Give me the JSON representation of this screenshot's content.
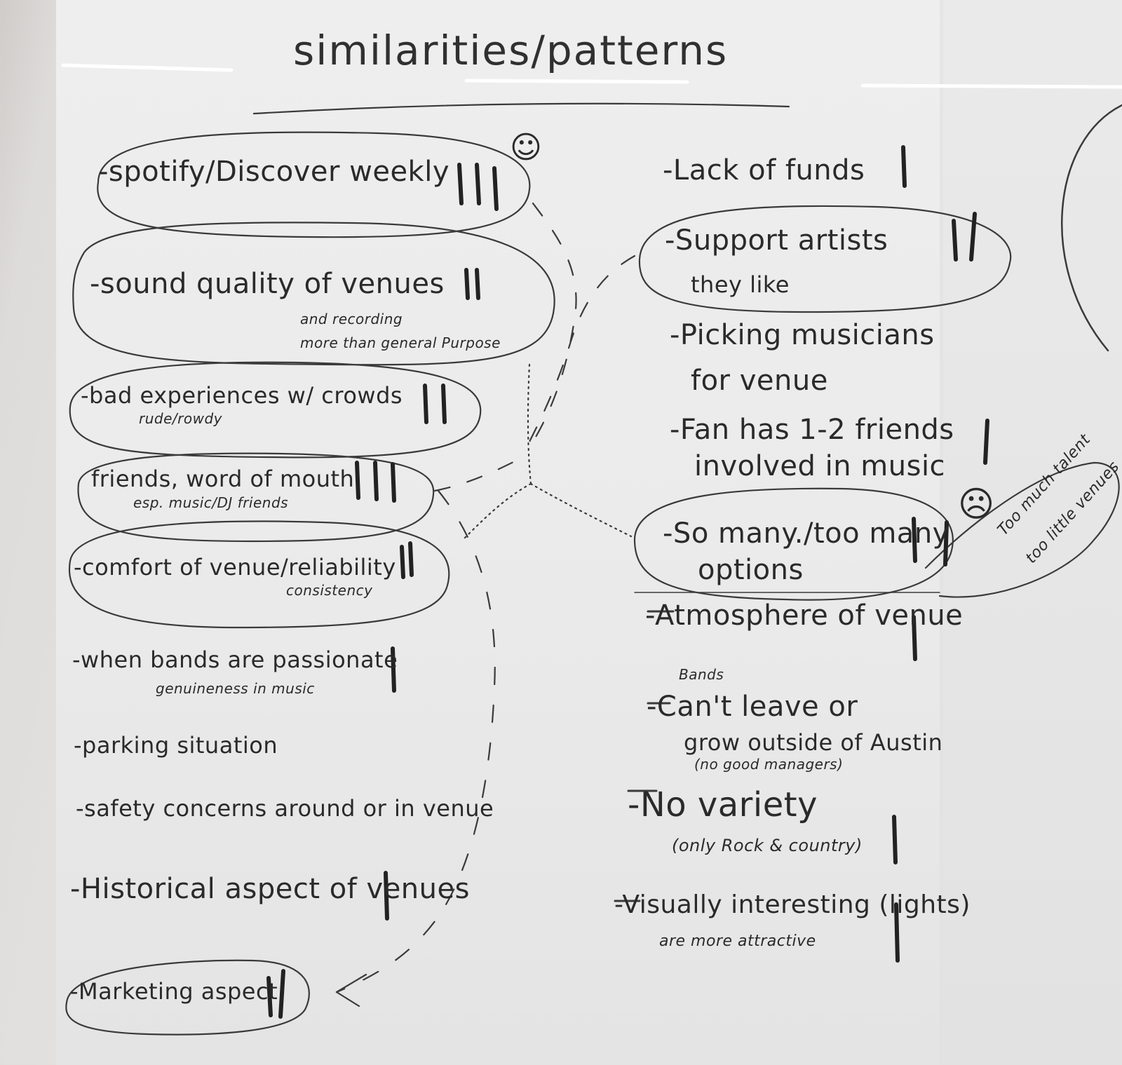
{
  "title": "similarities/patterns",
  "left_column": [
    {
      "text": "-spotify/Discover weekly",
      "tally": "III"
    },
    {
      "text": "-sound quality of venues",
      "tally": "II",
      "note_1": "and recording",
      "note_2": "more than general Purpose"
    },
    {
      "text": "-bad experiences w/ crowds",
      "tally": "II",
      "note": "rude/rowdy"
    },
    {
      "text": "friends, word of mouth",
      "tally": "III",
      "note": "esp. music/DJ friends"
    },
    {
      "text": "-comfort of venue/reliability",
      "tally": "II",
      "note": "consistency"
    },
    {
      "text": "-when bands are passionate",
      "tally": "I",
      "note": "genuineness in music"
    },
    {
      "text": "-parking situation"
    },
    {
      "text": "-safety concerns around or in venue"
    },
    {
      "text": "-Historical aspect of venues",
      "tally": "I"
    },
    {
      "text": "-Marketing aspect",
      "tally": "II"
    }
  ],
  "right_column": [
    {
      "text": "-Lack of funds",
      "tally": "I"
    },
    {
      "text_1": "-Support artists",
      "text_2": "they like",
      "tally": "II"
    },
    {
      "text_1": "-Picking musicians",
      "text_2": "for venue"
    },
    {
      "text_1": "-Fan has 1-2 friends",
      "text_2": "involved in music",
      "tally": "I"
    },
    {
      "text_1": "-So many./too many",
      "text_2": "options",
      "tally": "II",
      "side_note_1": "Too much talent",
      "side_note_2": "too little venues"
    },
    {
      "text": "-Atmosphere of venue",
      "tally": "I"
    },
    {
      "label": "Bands",
      "text_1": "-Can't leave or",
      "text_2": "grow outside of Austin",
      "note": "(no good managers)"
    },
    {
      "text": "-No variety",
      "note": "(only Rock & country)",
      "tally": "I"
    },
    {
      "text": "-Visually interesting (lights)",
      "text_2": "are more attractive",
      "tally": "I"
    }
  ],
  "faces": {
    "happy": "☺",
    "sad": "☹"
  }
}
